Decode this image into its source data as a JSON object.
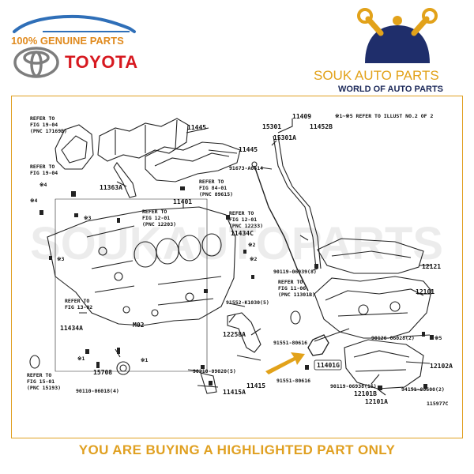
{
  "header": {
    "genuine_text": "100% GENUINE PARTS",
    "brand_text": "TOYOTA",
    "seller_name": "SOUK AUTO PARTS",
    "seller_tagline": "WORLD OF AUTO PARTS"
  },
  "diagram": {
    "watermark": "SOUKAUTOPARTS",
    "note": "※1∼※5 REFER TO ILLUST NO.2 OF 2",
    "illustration_id": "115977C",
    "highlighted_part": "11401G",
    "labels": {
      "l11445a": "11445",
      "l11445b": "11445",
      "l11363a": "11363A",
      "l11401": "11401",
      "l11409": "11409",
      "l15301": "15301",
      "l15301a": "15301A",
      "l11452b": "11452B",
      "l91673": "91673-A0614",
      "l11434c": "11434C",
      "l12121": "12121",
      "l90119a": "90119-06939(8)",
      "l12101": "12101",
      "l91552": "91552-K1030(5)",
      "l12258a": "12258A",
      "l91551a": "91551-80616",
      "l90126": "90126-06028(2)",
      "l11434a": "11434A",
      "lM02": "M02",
      "l15708": "15708",
      "l90210": "90210-09020(5)",
      "l90110": "90110-06018(4)",
      "l11415": "11415",
      "l11415a": "11415A",
      "l91551b": "91551-80616",
      "l90119b": "90119-06938(15)",
      "l12101b": "12101B",
      "l12101a": "12101A",
      "l94151": "94151-80600(2)",
      "l12102a": "12102A",
      "l11401g": "11401G"
    },
    "refs": {
      "r1": [
        "REFER TO",
        "FIG 19-04",
        "(PNC 17169B)"
      ],
      "r2": [
        "REFER TO",
        "FIG 19-04"
      ],
      "r3": [
        "REFER TO",
        "FIG 84-01",
        "(PNC 89615)"
      ],
      "r4": [
        "REFER TO",
        "FIG 12-01",
        "(PNC 12203)"
      ],
      "r5": [
        "REFER TO",
        "FIG 12-01",
        "(PNC 12233)"
      ],
      "r6": [
        "REFER TO",
        "FIG 11-06",
        "(PNC 11301B)"
      ],
      "r7": [
        "REFER TO",
        "FIG 13-02"
      ],
      "r8": [
        "REFER TO",
        "FIG 15-01",
        "(PNC 15193)"
      ]
    },
    "marks": {
      "m4a": "※4",
      "m4b": "※4",
      "m3a": "※3",
      "m3b": "※3",
      "m2a": "※2",
      "m2b": "※2",
      "m1a": "※1",
      "m1b": "※1",
      "m5": "※5"
    }
  },
  "footer": {
    "text": "YOU ARE BUYING A HIGHLIGHTED PART ONLY"
  }
}
